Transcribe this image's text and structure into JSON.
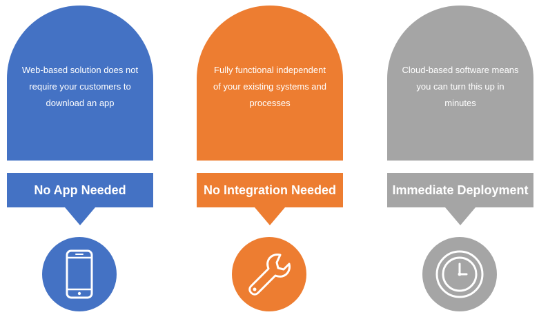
{
  "colors": {
    "blue": "#4472c4",
    "orange": "#ed7d31",
    "gray": "#a5a5a5"
  },
  "cards": [
    {
      "description": "Web-based solution does not require your customers to download an app",
      "title": "No App Needed",
      "icon": "smartphone-icon",
      "color": "#4472c4"
    },
    {
      "description": "Fully functional independent of your existing systems and processes",
      "title": "No Integration Needed",
      "icon": "wrench-icon",
      "color": "#ed7d31"
    },
    {
      "description": "Cloud-based software means you can turn this up in minutes",
      "title": "Immediate Deployment",
      "icon": "clock-icon",
      "color": "#a5a5a5"
    }
  ]
}
